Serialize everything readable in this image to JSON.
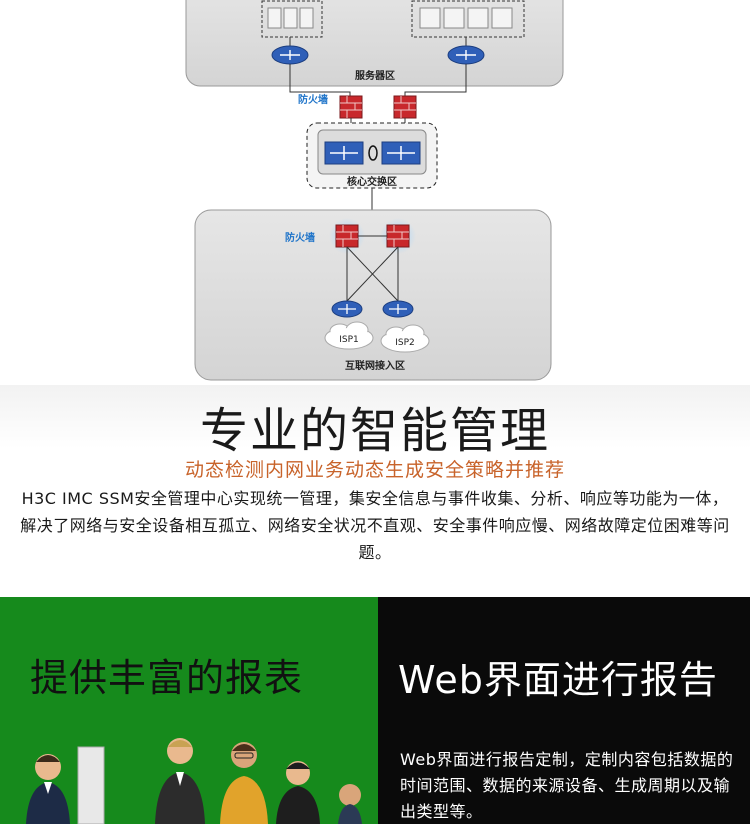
{
  "diagram": {
    "server_zone_label": "服务器区",
    "firewall_label_top": "防火墙",
    "core_zone_label": "核心交换区",
    "firewall_label_bottom": "防火墙",
    "isp1_label": "ISP1",
    "isp2_label": "ISP2",
    "internet_zone_label": "互联网接入区"
  },
  "section_management": {
    "title": "专业的智能管理",
    "subtitle": "动态检测内网业务动态生成安全策略并推荐",
    "description": "H3C IMC SSM安全管理中心实现统一管理，集安全信息与事件收集、分析、响应等功能为一体，解决了网络与安全设备相互孤立、网络安全状况不直观、安全事件响应慢、网络故障定位困难等问题。"
  },
  "panel_reports": {
    "title": "提供丰富的报表"
  },
  "panel_web": {
    "title": "Web界面进行报告",
    "description": "Web界面进行报告定制，定制内容包括数据的时间范围、数据的来源设备、生成周期以及输出类型等。"
  },
  "colors": {
    "green_panel": "#168a1c",
    "black_panel": "#0a0a0a",
    "accent_orange": "#c8632a",
    "firewall_red": "#c8282c",
    "label_blue": "#1f74c9"
  }
}
